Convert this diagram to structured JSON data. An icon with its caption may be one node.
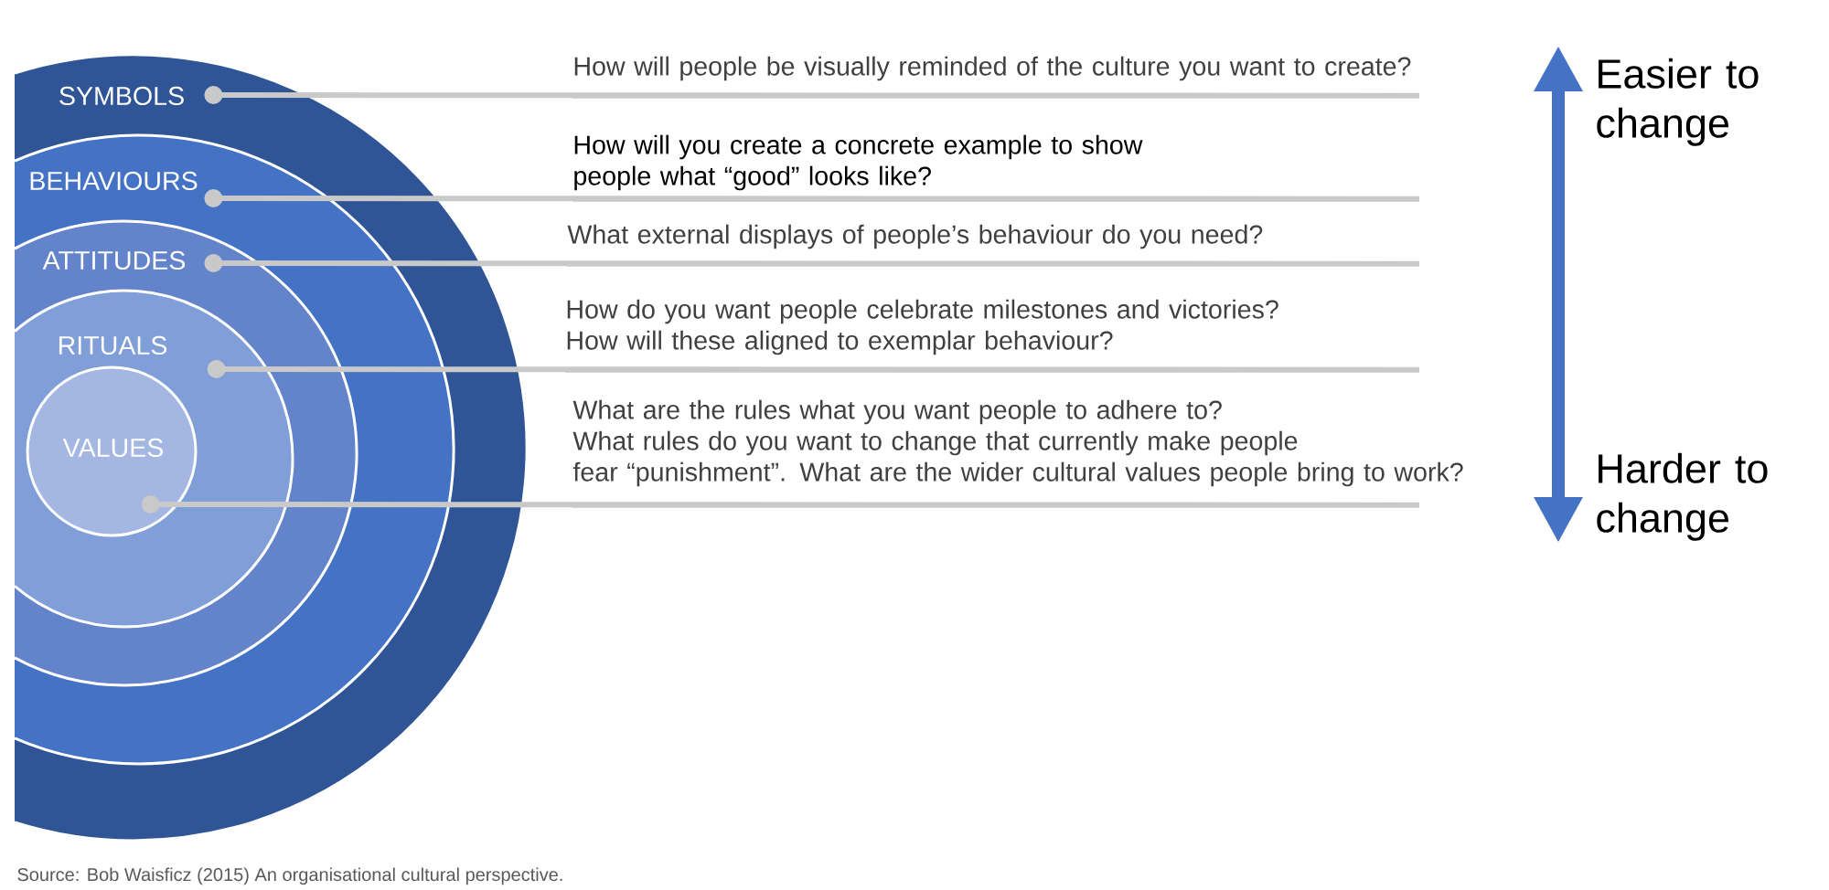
{
  "diagram": {
    "caption": "Source: Bob Waisficz (2015) An organisational cultural perspective.",
    "nodes": [
      {
        "text": [
          "SYMBOLS"
        ]
      },
      {
        "text": [
          "BEHAVIOURS"
        ],
        "in": 0
      },
      {
        "text": [
          "ATTITUDES"
        ],
        "in": 1
      },
      {
        "text": [
          "RITUALS"
        ],
        "in": 2
      },
      {
        "text": [
          "VALUES"
        ],
        "in": 3
      },
      {
        "text": [
          "How will people be visually reminded of the culture you want to create?"
        ]
      },
      {
        "text": [
          "How will you create a concrete example to show people what “good” looks like?"
        ]
      },
      {
        "text": [
          "What external displays of people’s behaviour do you need?"
        ]
      },
      {
        "text": [
          "How do you want people celebrate milestones and victories? How will these aligned to exemplar behaviour?"
        ]
      },
      {
        "text": [
          "What are the rules what you want people to adhere to? What rules do you want to change that currently make people fear “punishment”. What are the wider cultural values people bring to work?"
        ]
      }
    ],
    "edges": [
      {
        "from": 5,
        "to": 0,
        "arrow": "other"
      },
      {
        "from": 6,
        "to": 1,
        "arrow": "other"
      },
      {
        "from": 7,
        "to": 2,
        "arrow": "other"
      },
      {
        "from": 8,
        "to": 3,
        "arrow": "other"
      },
      {
        "from": 9,
        "to": 4,
        "arrow": "other"
      }
    ],
    "labels": [
      "Easier to change",
      "Harder to change"
    ]
  }
}
